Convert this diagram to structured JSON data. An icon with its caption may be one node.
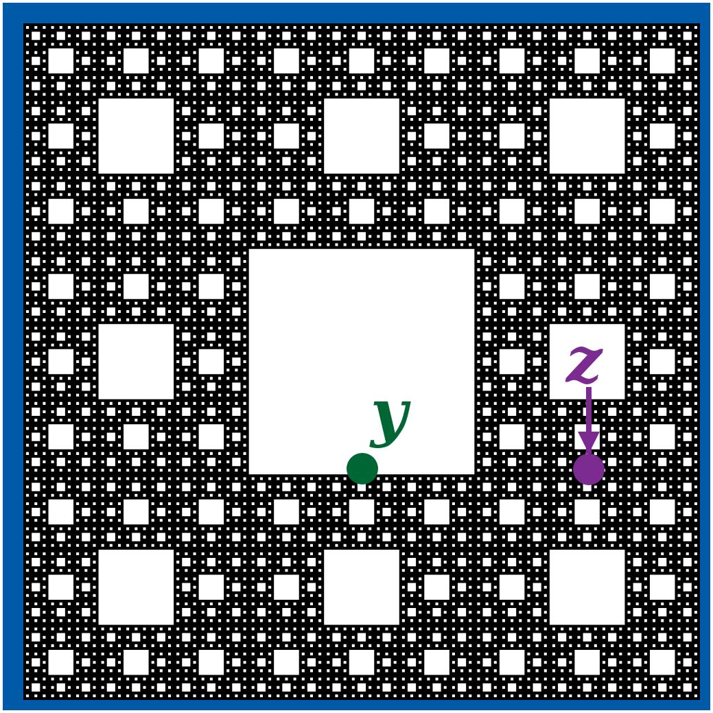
{
  "diagram": {
    "nodes": [
      {
        "text": [],
        "shape": "circle",
        "beside": [
          "y"
        ]
      },
      {
        "text": [
          "z"
        ]
      },
      {
        "text": [],
        "shape": "circle"
      }
    ],
    "edges": [
      {
        "from": 1,
        "to": 2,
        "arrow": "to"
      }
    ]
  }
}
